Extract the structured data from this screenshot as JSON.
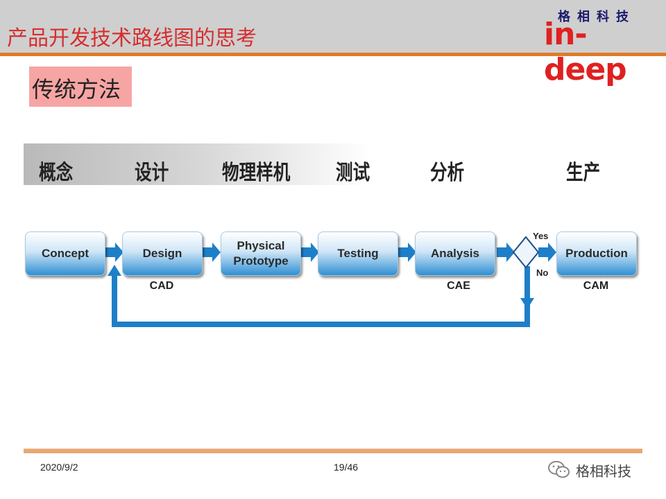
{
  "header": {
    "title": "产品开发技术路线图的思考",
    "brand_cn": "格相科技",
    "brand_logo": "in-deep"
  },
  "section": {
    "label": "传统方法"
  },
  "stages": [
    "概念",
    "设计",
    "物理样机",
    "测试",
    "分析",
    "生产"
  ],
  "flow": {
    "boxes": [
      {
        "line1": "Concept",
        "line2": ""
      },
      {
        "line1": "Design",
        "line2": ""
      },
      {
        "line1": "Physical",
        "line2": "Prototype"
      },
      {
        "line1": "Testing",
        "line2": ""
      },
      {
        "line1": "Analysis",
        "line2": ""
      },
      {
        "line1": "Production",
        "line2": ""
      }
    ],
    "tools": {
      "design": "CAD",
      "analysis": "CAE",
      "production": "CAM"
    },
    "decision": {
      "yes": "Yes",
      "no": "No"
    },
    "colors": {
      "arrow": "#1e7fc8",
      "box_bottom": "#2f8fd3"
    }
  },
  "footer": {
    "date": "2020/9/2",
    "page": "19/46",
    "account_name": "格相科技",
    "account_icon": "wechat-icon"
  }
}
